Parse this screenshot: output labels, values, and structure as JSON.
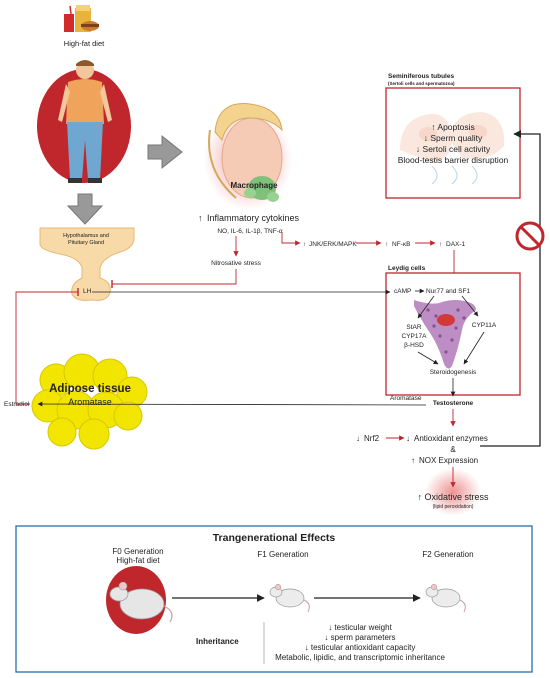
{
  "top": {
    "diet_label": "High-fat diet",
    "hypothalamus_line1": "Hypothalamus and",
    "hypothalamus_line2": "Pituitary Gland",
    "lh_label": "LH",
    "macrophage_label": "Macrophage",
    "inflammatory_title": "Inflammatory cytokines",
    "cytokine_list": "NO, IL-6, IL-1β, TNF-α",
    "nitrosative_stress": "Nitrosative stress",
    "pathway_jnk": "JNK/ERK/MAPK",
    "pathway_nfkb": "NF-κB",
    "pathway_dax": "DAX-1"
  },
  "seminiferous": {
    "title": "Seminiferous tubules",
    "subtitle": "(Sertoli cells and spermatozoa)",
    "effects": [
      "Apoptosis",
      "Sperm quality",
      "Sertoli cell activity",
      "Blood-testis barrier disruption"
    ],
    "effect_arrows": [
      "↑",
      "↓",
      "↓",
      ""
    ]
  },
  "leydig": {
    "title": "Leydig cells",
    "camp": "cAMP",
    "nur77": "Nur77 and SF1",
    "star": "StAR",
    "cyp17a": "CYP17A",
    "bhsd": "β-HSD",
    "cyp11a": "CYP11A",
    "steroidogenesis": "Steroidogenesis",
    "aromatase": "Aromatase",
    "testosterone": "Testosterone"
  },
  "adipose": {
    "title": "Adipose tissue",
    "enzyme": "Aromatase",
    "estradiol": "Estradiol"
  },
  "stress": {
    "nrf2": "Nrf2",
    "antioxidant": "Antioxidant enzymes",
    "amp": "&",
    "nox": "NOX Expression",
    "oxidative": "Oxidative stress",
    "lipid": "(lipid peroxidation)",
    "up": "↑",
    "down": "↓"
  },
  "trans": {
    "title": "Trangenerational Effects",
    "f0_line1": "F0 Generation",
    "f0_line2": "High-fat diet",
    "f1": "F1 Generation",
    "f2": "F2 Generation",
    "inheritance": "Inheritance",
    "effects": [
      "↓ testicular weight",
      "↓ sperm parameters",
      "↓ testicular antioxidant capacity",
      "Metabolic, lipidic, and transcriptomic inheritance"
    ]
  },
  "colors": {
    "red": "#c0272d",
    "blue_frame": "#2a6fa8",
    "adipose": "#f2e600",
    "leydig": "#b07ab8",
    "arrow_gray": "#888888"
  }
}
